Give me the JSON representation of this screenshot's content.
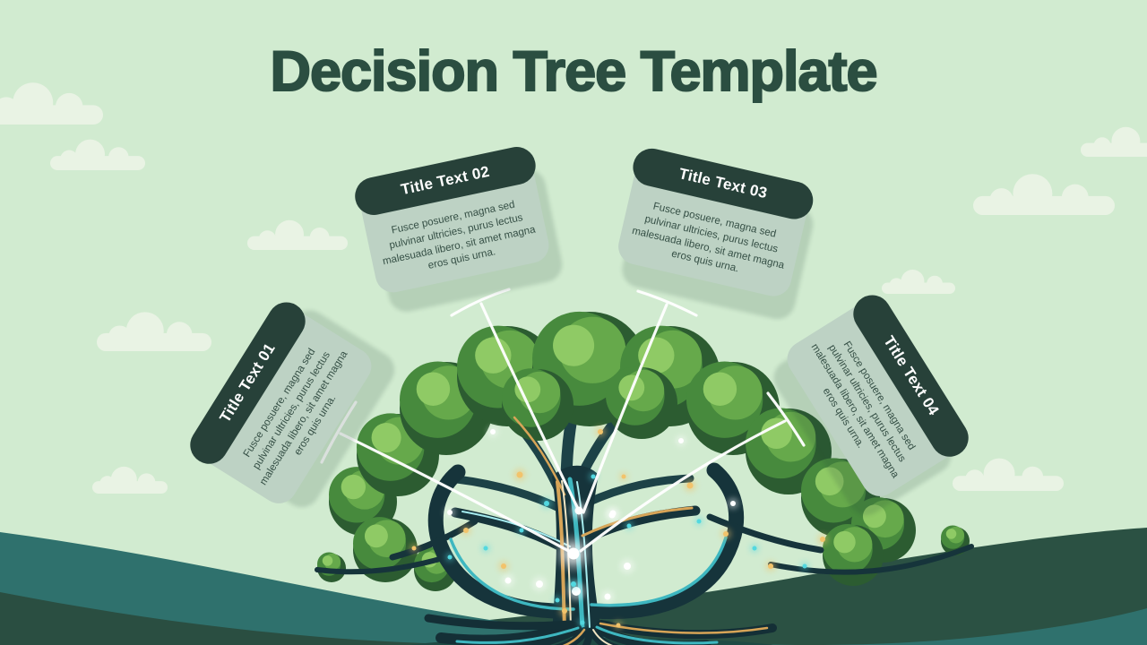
{
  "slide": {
    "title": "Decision Tree Template"
  },
  "cards": [
    {
      "id": "01",
      "title": "Title Text 01",
      "body": "Fusce posuere, magna sed pulvinar ultricies, purus lectus malesuada libero, sit amet magna eros quis urna."
    },
    {
      "id": "02",
      "title": "Title Text 02",
      "body": "Fusce posuere, magna sed pulvinar ultricies, purus lectus malesuada libero, sit amet magna eros quis urna."
    },
    {
      "id": "03",
      "title": "Title Text 03",
      "body": "Fusce posuere, magna sed pulvinar ultricies, purus lectus malesuada libero, sit amet magna eros quis urna."
    },
    {
      "id": "04",
      "title": "Title Text 04",
      "body": "Fusce posuere, magna sed pulvinar ultricies, purus lectus malesuada libero, sit amet magna eros quis urna."
    }
  ],
  "colors": {
    "background": "#d1ebd0",
    "cloud": "#e9f3e4",
    "title_text": "#2b4e41",
    "card_header": "#274139",
    "card_body": "#bdd2c4",
    "card_text": "#365046",
    "hill_teal": "#2f716d",
    "hill_dark_green": "#2b5143",
    "hill_front_green": "#2a4e41",
    "connector_line": "#ffffff"
  }
}
